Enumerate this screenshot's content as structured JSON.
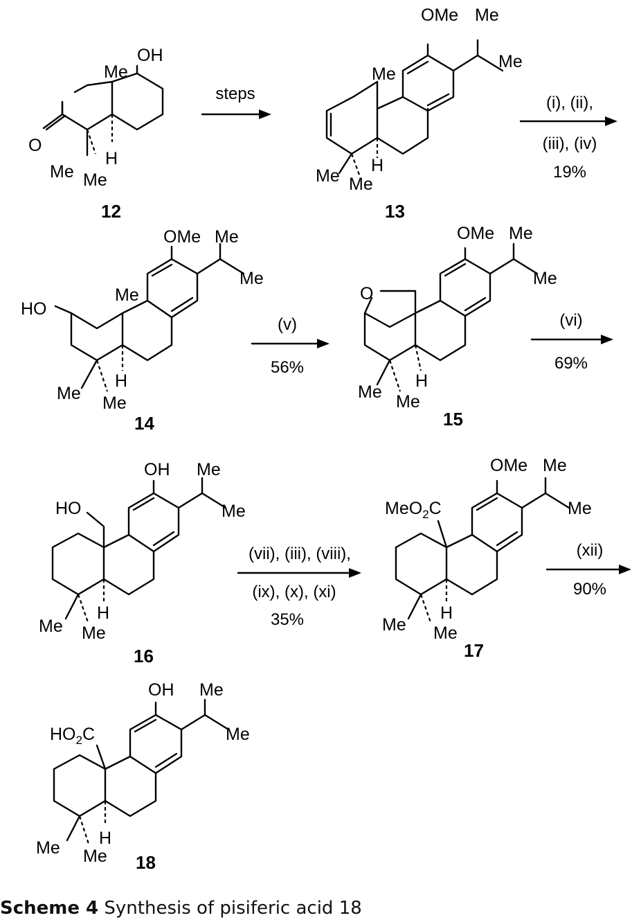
{
  "compounds": [
    {
      "id": "12",
      "label": "12"
    },
    {
      "id": "13",
      "label": "13"
    },
    {
      "id": "14",
      "label": "14"
    },
    {
      "id": "15",
      "label": "15"
    },
    {
      "id": "16",
      "label": "16"
    },
    {
      "id": "17",
      "label": "17"
    },
    {
      "id": "18",
      "label": "18"
    }
  ],
  "atoms": {
    "oh": "OH",
    "ome": "OMe",
    "me": "Me",
    "h": "H",
    "o": "O",
    "ho": "HO",
    "meo2c_pre": "MeO",
    "ho2c_pre": "HO",
    "sub2": "2",
    "c": "C"
  },
  "steps": [
    {
      "top": "steps",
      "bottom": "",
      "yield": ""
    },
    {
      "top": "(i), (ii),",
      "bottom": "(iii), (iv)",
      "yield": "19%"
    },
    {
      "top": "(v)",
      "bottom": "",
      "yield": "56%"
    },
    {
      "top": "(vi)",
      "bottom": "",
      "yield": "69%"
    },
    {
      "top": "(vii), (iii), (viii),",
      "bottom": "(ix), (x), (xi)",
      "yield": "35%"
    },
    {
      "top": "(xii)",
      "bottom": "",
      "yield": "90%"
    }
  ],
  "caption": {
    "label": "Scheme 4",
    "text": " Synthesis of pisiferic acid 18"
  }
}
